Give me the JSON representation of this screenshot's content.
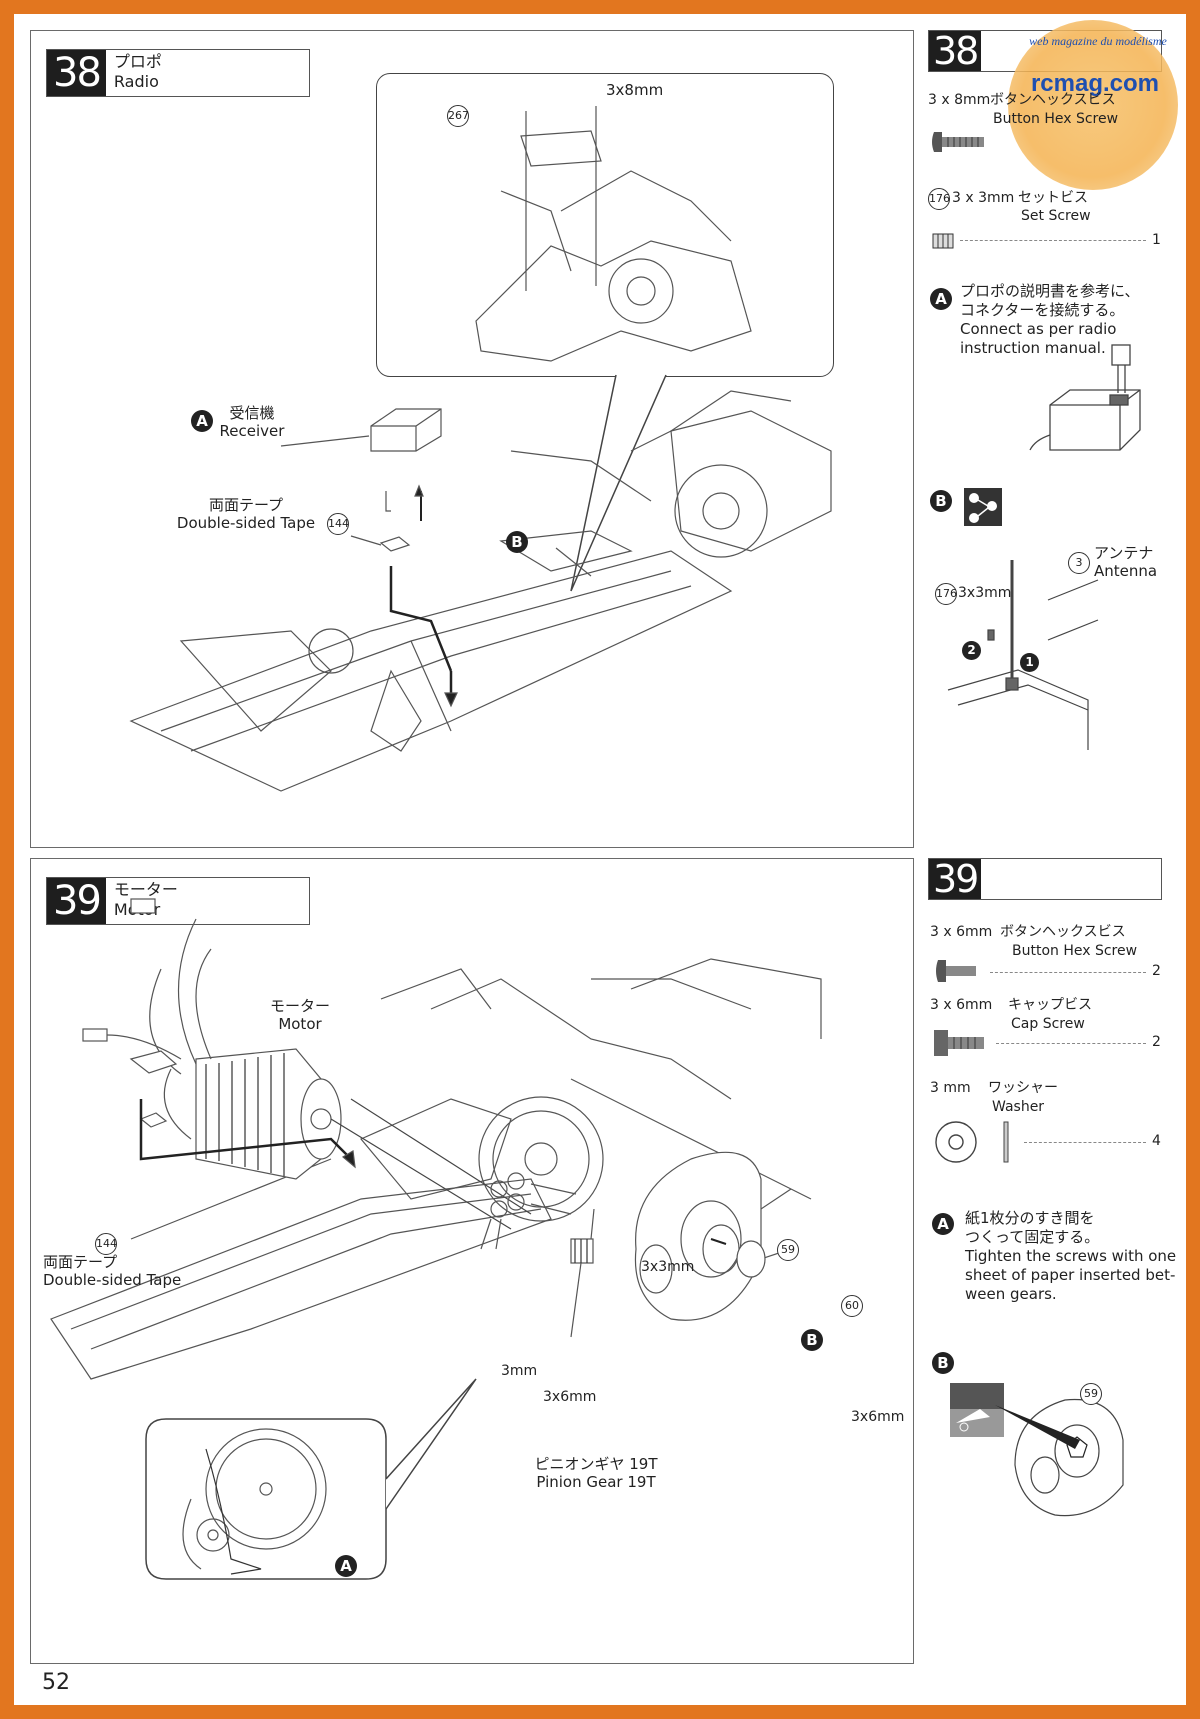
{
  "page_number": "52",
  "watermark": {
    "site": "rcmag.com",
    "tagline": "web magazine du modélisme"
  },
  "step38": {
    "number": "38",
    "title_jp": "プロポ",
    "title_en": "Radio",
    "callout_screw": "3x8mm",
    "callout_part": "267",
    "receiver_jp": "受信機",
    "receiver_en": "Receiver",
    "tape_jp": "両面テープ",
    "tape_en": "Double-sided Tape",
    "tape_part": "144",
    "marker_a": "A",
    "marker_b": "B"
  },
  "side38": {
    "number": "38",
    "screw1_size": "3 x 8mm",
    "screw1_jp": "ボタンヘックスビス",
    "screw1_en": "Button Hex Screw",
    "screw2_part": "176",
    "screw2_size": "3 x 3mm",
    "screw2_jp": "セットビス",
    "screw2_en": "Set Screw",
    "screw2_qty": "1",
    "note_a_label": "A",
    "note_a_jp1": "プロポの説明書を参考に、",
    "note_a_jp2": "コネクターを接続する。",
    "note_a_en1": "Connect as per radio",
    "note_a_en2": "instruction manual.",
    "note_b_label": "B",
    "antenna_num": "3",
    "antenna_jp": "アンテナ",
    "antenna_en": "Antenna",
    "set_screw_part": "176",
    "set_screw_size": "3x3mm",
    "step1": "1",
    "step2": "2"
  },
  "step39": {
    "number": "39",
    "title_jp": "モーター",
    "title_en": "Motor",
    "motor_jp": "モーター",
    "motor_en": "Motor",
    "tape_jp": "両面テープ",
    "tape_en": "Double-sided Tape",
    "tape_part": "144",
    "label_3x3": "3x3mm",
    "label_3mm": "3mm",
    "label_3x6": "3x6mm",
    "label_3x6_right": "3x6mm",
    "pinion_jp": "ピニオンギヤ 19T",
    "pinion_en": "Pinion Gear 19T",
    "part_59": "59",
    "part_60": "60",
    "marker_a": "A",
    "marker_b": "B"
  },
  "side39": {
    "number": "39",
    "s1_size": "3 x 6mm",
    "s1_jp": "ボタンヘックスビス",
    "s1_en": "Button Hex Screw",
    "s1_qty": "2",
    "s2_size": "3 x 6mm",
    "s2_jp": "キャップビス",
    "s2_en": "Cap Screw",
    "s2_qty": "2",
    "w_size": "3 mm",
    "w_jp": "ワッシャー",
    "w_en": "Washer",
    "w_qty": "4",
    "note_a_label": "A",
    "note_a_jp1": "紙1枚分のすき間を",
    "note_a_jp2": "つくって固定する。",
    "note_a_en1": "Tighten the screws with one",
    "note_a_en2": "sheet of paper inserted bet-",
    "note_a_en3": "ween gears.",
    "note_b_label": "B",
    "note_b_part": "59"
  }
}
